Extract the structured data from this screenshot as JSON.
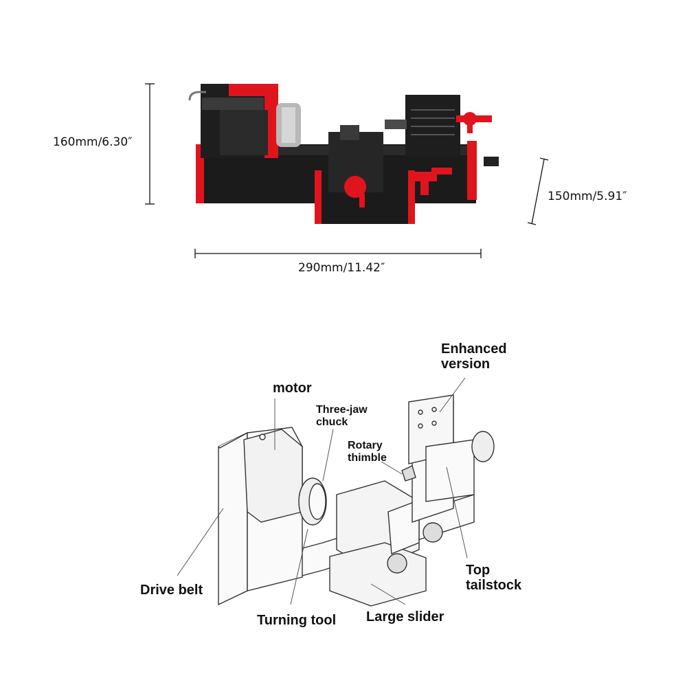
{
  "dimensions": {
    "height": "160mm/6.30″",
    "depth": "150mm/5.91″",
    "width": "290mm/11.42″"
  },
  "labels": {
    "enhanced_version": [
      "Enhanced",
      "version"
    ],
    "motor": "motor",
    "three_jaw_chuck": [
      "Three-jaw",
      "chuck"
    ],
    "rotary_thimble": [
      "Rotary",
      "thimble"
    ],
    "drive_belt": "Drive belt",
    "top_tailstock": [
      "Top",
      "tailstock"
    ],
    "turning_tool": "Turning tool",
    "large_slider": "Large slider"
  },
  "colors": {
    "accent_red": "#e0141c",
    "machine_black": "#1b1b1b",
    "line_drawing": "#333333"
  }
}
